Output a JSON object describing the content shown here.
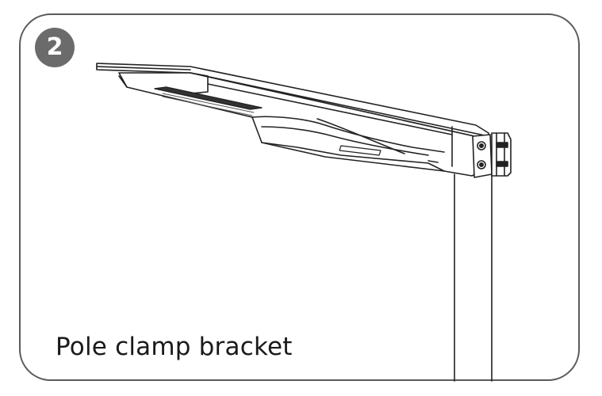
{
  "step": {
    "number": "2"
  },
  "caption": {
    "text": "Pole clamp bracket"
  },
  "illustration": {
    "subject": "street-light-on-pole-line-drawing"
  },
  "colors": {
    "frame": "#5a5a5a",
    "badge": "#6b6b6b",
    "line": "#222222",
    "background": "#ffffff"
  }
}
